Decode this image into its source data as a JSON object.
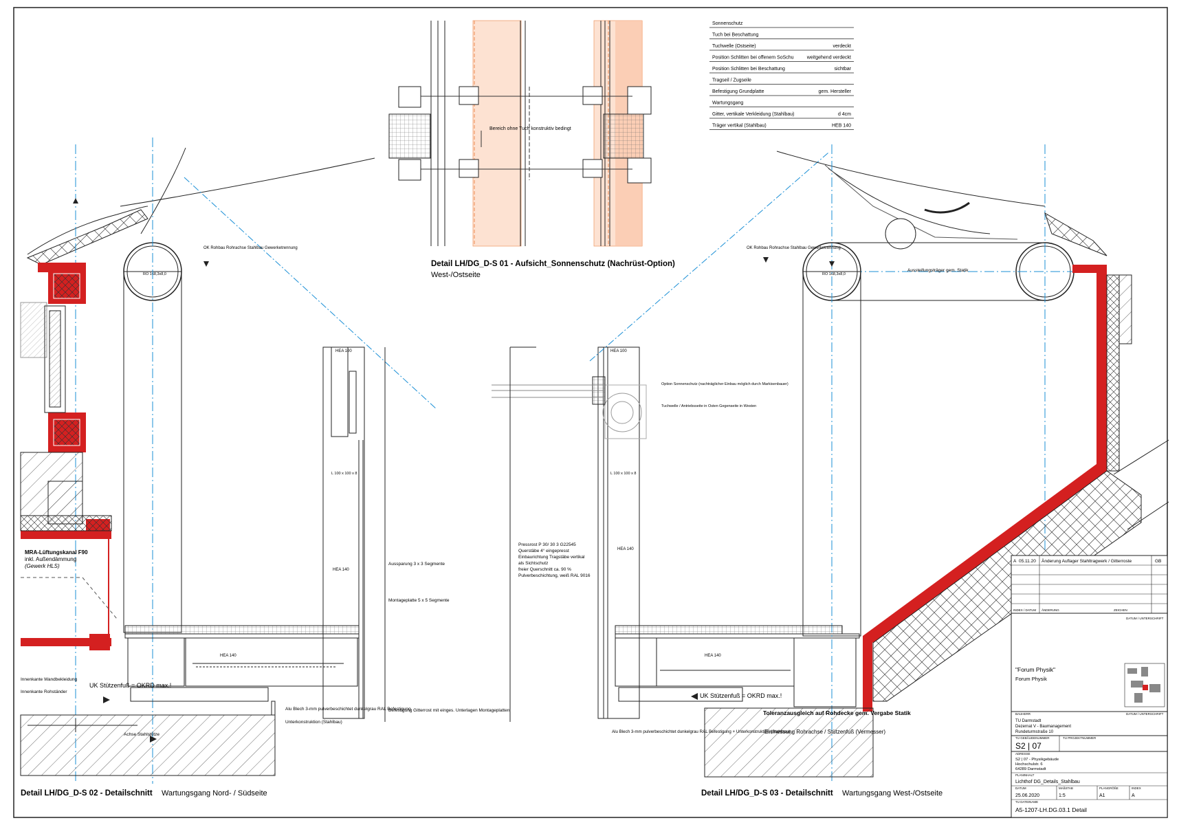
{
  "legend_top": {
    "rows": [
      {
        "label": "Sonnenschutz",
        "value": ""
      },
      {
        "label": "Tuch bei Beschattung",
        "value": ""
      },
      {
        "label": "Tuchwelle (Ostseite)",
        "value": "verdeckt"
      },
      {
        "label": "Position Schlitten bei offenem SoSchu",
        "value": "weitgehend verdeckt"
      },
      {
        "label": "Position Schlitten bei Beschattung",
        "value": "sichtbar"
      },
      {
        "label": "Tragseil / Zugseile",
        "value": ""
      },
      {
        "label": "Befestigung Grundplatte",
        "value": "gem. Hersteller"
      },
      {
        "label": "Wartungsgang",
        "value": ""
      },
      {
        "label": "Gitter, vertikale Verkleidung (Stahlbau)",
        "value": "d   4cm"
      },
      {
        "label": "Träger vertikal (Stahlbau)",
        "value": "HEB 140"
      }
    ]
  },
  "detail_01": {
    "title": "Detail LH/DG_D-S 01 - Aufsicht_Sonnenschutz (Nachrüst-Option)",
    "subtitle": "West-/Ostseite",
    "note": "Bereich ohne Tuch konstruktiv bedingt"
  },
  "detail_02": {
    "title": "Detail LH/DG_D-S 02 - Detailschnitt",
    "subtitle": "Wartungsgang Nord- / Südseite",
    "labels": {
      "mra": "MRA-Lüftungskanal F90",
      "mra2": "inkl. Außendämmung",
      "mra3": "(Gewerk HLS)",
      "innen_wand": "Innenkante Wandbekleidung",
      "innen_rohbau": "Innenkante Rohständer",
      "uk_stuetze": "UK Stützenfuß = OKRD max.!",
      "achse": "Achse Stahlstütze",
      "alu": "Alu Blech 3-mm pulverbeschichtet dunkelgrau RAL Befestigung",
      "unterkonstr": "Unterkonstruktion (Stahlbau)",
      "aussparung": "Aussparung 3 x 3 Segmente",
      "montage": "Montageplatte 5 x 5 Segmente",
      "befestigung": "Befestigung Gitterrost mit einges. Unterlagen Montageplatten",
      "hea_top": "HEA 100",
      "hea140": "HEA 140",
      "l100": "L 100 x 100 x 8",
      "rohr": "RO 168,3x8,0",
      "ok_rohbau": "OK Rohbau Rohrachse Stahlbau Gewerketrennung"
    }
  },
  "detail_03": {
    "title": "Detail LH/DG_D-S 03 - Detailschnitt",
    "subtitle": "Wartungsgang West-/Ostseite",
    "labels": {
      "pressrost": "Pressrost P 30/ 30 3 G22545",
      "pressrost2": "Querstäbe 4° eingepresst",
      "pressrost3": "Einbaurichtung Tragstäbe vertikal",
      "pressrost4": "als Sichtschutz",
      "pressrost5": "freier Querschnitt ca. 90 %",
      "pressrost6": "Pulverbeschichtung, weiß RAL 9016",
      "toleranz": "Toleranzausgleich auf Rohdecke gem. Vergabe Statik",
      "einmessung": "Einmessung Rohrachse / Stützenfuß (Vermesser)",
      "uk_stuetze": "UK Stützenfuß = OKRD max.!",
      "alu": "Alu Blech 3-mm pulverbeschichtet dunkelgrau RAL Befestigung + Unterkonstruktion (Stahlbau)",
      "option": "Option Sonnenschutz (nachträglicher Einbau möglich durch Markisenbauer)",
      "tuchwelle": "Tuchwelle / Antriebsseite in Osten Gegenseite in Westen",
      "aussteifung": "Aussteifungsträger gem. Statik",
      "rohr": "RO 168,3x8,0",
      "ok_rohbau": "OK Rohbau Rohrachse Stahlbau Gewerketrennung"
    }
  },
  "title_block": {
    "revision_row": {
      "index": "A",
      "date": "05.11.20",
      "text": "Änderung Auflager Stahltragwerk / Gitterroste",
      "by": "GB"
    },
    "rev_headers": [
      "INDEX / DATUM",
      "ÄNDERUNG",
      "ZEICHEN"
    ],
    "project_label": "DATUM / UNTERSCHRIFT",
    "project_quoted": "\"Forum Physik\"",
    "project": "Forum Physik",
    "client_label": "BAUHERR",
    "client": [
      "TU Darmstadt",
      "Dezernat V - Baumanagement",
      "Rundeturmstraße 10"
    ],
    "sheet_labels": [
      "TU GEBÄUDENUMMER",
      "TU PROJEKTNUMMER"
    ],
    "sheet_no": "S2 | 07",
    "address_label": "ADRESSE",
    "address": [
      "S2 | 07 - Physikgebäude",
      "Hochschulstr. 6",
      "64289 Darmstadt"
    ],
    "plan_label": "PLANINHALT",
    "plan": "Lichthof DG_Details_Stahlbau",
    "meta_labels": [
      "DATUM",
      "MAßSTAB",
      "PLANGRÖßE",
      "INDEX"
    ],
    "meta_values": [
      "25.06.2020",
      "1:5",
      "A1",
      "A"
    ],
    "file_label": "TU DATEINAME",
    "file": "A5-1207-LH.DG.03.1  Detail"
  },
  "colors": {
    "red": "#d42020",
    "orange": "#f4a070",
    "blue": "#1a8fd6",
    "line": "#222222"
  }
}
